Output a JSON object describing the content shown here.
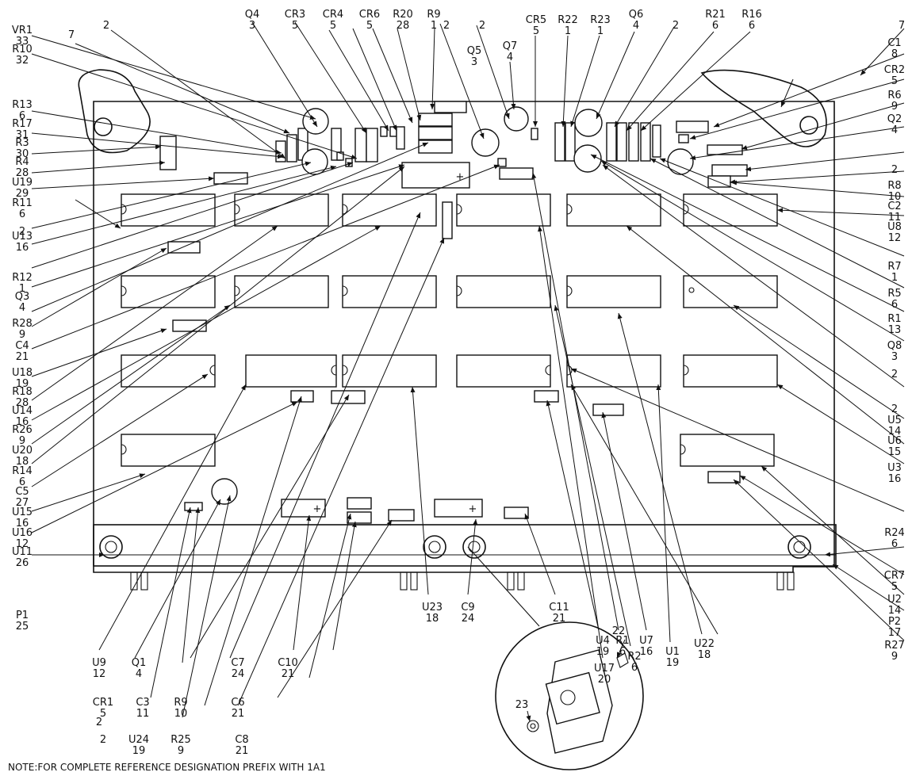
{
  "note": "NOTE:FOR COMPLETE REFERENCE DESIGNATION PREFIX WITH 1A1",
  "callouts": [
    {
      "id": "Q4",
      "num": "3"
    },
    {
      "id": "CR3",
      "num": "5"
    },
    {
      "id": "CR4",
      "num": "5"
    },
    {
      "id": "CR6",
      "num": "5"
    },
    {
      "id": "R20",
      "num": "28"
    },
    {
      "id": "R9",
      "num": "1"
    },
    {
      "id": "Q5",
      "num": "3"
    },
    {
      "id": "Q7",
      "num": "4"
    },
    {
      "id": "CR5",
      "num": "5"
    },
    {
      "id": "R22",
      "num": "1"
    },
    {
      "id": "R23",
      "num": "1"
    },
    {
      "id": "Q6",
      "num": "4"
    },
    {
      "id": "R21",
      "num": "6"
    },
    {
      "id": "R16",
      "num": "6"
    },
    {
      "id": "VR1",
      "num": "33"
    },
    {
      "id": "R10",
      "num": "32"
    },
    {
      "id": "R13",
      "num": "6"
    },
    {
      "id": "R17",
      "num": "31"
    },
    {
      "id": "R3",
      "num": "30"
    },
    {
      "id": "R4",
      "num": "28"
    },
    {
      "id": "U19",
      "num": "29"
    },
    {
      "id": "R11",
      "num": "6"
    },
    {
      "id": "U13",
      "num": "16"
    },
    {
      "id": "R12",
      "num": "1"
    },
    {
      "id": "Q3",
      "num": "4"
    },
    {
      "id": "R28",
      "num": "9"
    },
    {
      "id": "C4",
      "num": "21"
    },
    {
      "id": "U18",
      "num": "19"
    },
    {
      "id": "R18",
      "num": "28"
    },
    {
      "id": "U14",
      "num": "16"
    },
    {
      "id": "R26",
      "num": "9"
    },
    {
      "id": "U20",
      "num": "18"
    },
    {
      "id": "R14",
      "num": "6"
    },
    {
      "id": "C5",
      "num": "27"
    },
    {
      "id": "U15",
      "num": "16"
    },
    {
      "id": "U16",
      "num": "12"
    },
    {
      "id": "U11",
      "num": "26"
    },
    {
      "id": "P1",
      "num": "25"
    },
    {
      "id": "C1",
      "num": "8"
    },
    {
      "id": "CR2",
      "num": "5"
    },
    {
      "id": "R6",
      "num": "9"
    },
    {
      "id": "Q2",
      "num": "4"
    },
    {
      "id": "R8",
      "num": "10"
    },
    {
      "id": "C2",
      "num": "11"
    },
    {
      "id": "U8",
      "num": "12"
    },
    {
      "id": "R7",
      "num": "1"
    },
    {
      "id": "R5",
      "num": "6"
    },
    {
      "id": "R1",
      "num": "13"
    },
    {
      "id": "Q8",
      "num": "3"
    },
    {
      "id": "U5",
      "num": "14"
    },
    {
      "id": "U6",
      "num": "15"
    },
    {
      "id": "U3",
      "num": "16"
    },
    {
      "id": "R24",
      "num": "6"
    },
    {
      "id": "CR7",
      "num": "5"
    },
    {
      "id": "U2",
      "num": "14"
    },
    {
      "id": "P2",
      "num": "17"
    },
    {
      "id": "R27",
      "num": "9"
    },
    {
      "id": "U9",
      "num": "12"
    },
    {
      "id": "Q1",
      "num": "4"
    },
    {
      "id": "CR1",
      "num": "5"
    },
    {
      "id": "C3",
      "num": "11"
    },
    {
      "id": "R9",
      "num": "10"
    },
    {
      "id": "U24",
      "num": "19"
    },
    {
      "id": "R25",
      "num": "9"
    },
    {
      "id": "C7",
      "num": "24"
    },
    {
      "id": "C6",
      "num": "21"
    },
    {
      "id": "C10",
      "num": "21"
    },
    {
      "id": "C8",
      "num": "21"
    },
    {
      "id": "U23",
      "num": "18"
    },
    {
      "id": "C9",
      "num": "24"
    },
    {
      "id": "C11",
      "num": "21"
    },
    {
      "id": "U4",
      "num": "19"
    },
    {
      "id": "R1",
      "num": "6"
    },
    {
      "id": "U17",
      "num": "20"
    },
    {
      "id": "R2",
      "num": "6"
    },
    {
      "id": "U7",
      "num": "16"
    },
    {
      "id": "U1",
      "num": "19"
    },
    {
      "id": "U22",
      "num": "18"
    }
  ],
  "single": [
    "2",
    "2",
    "2",
    "2",
    "2",
    "7",
    "7",
    "2",
    "2",
    "2",
    "2",
    "2",
    "22",
    "23"
  ]
}
